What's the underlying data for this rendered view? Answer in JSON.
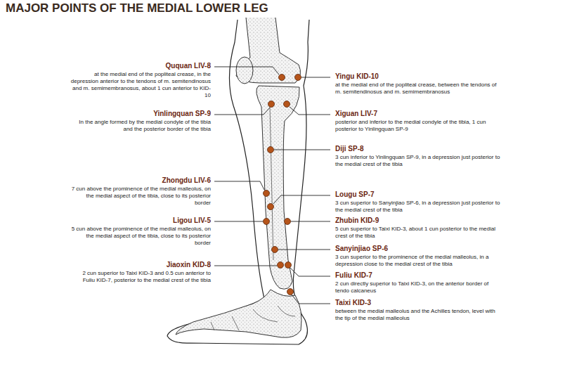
{
  "diagram": {
    "title": "MAJOR POINTS OF THE MEDIAL LOWER LEG",
    "labels": [
      "Ququan LIV-8",
      "at the medial end of the popliteal crease, in the depression anterior to the tendons of m. semitendinosus and m. semimembranosus, about 1 cun anterior to KID-10",
      "Yinlingquan SP-9",
      "In the angle formed by the medial condyle of the tibia and the posterior border of the tibia",
      "Zhongdu LIV-6",
      "7 cun above the prominence of the medial malleolus, on the medial aspect of the tibia, close to its posterior border",
      "Ligou LIV-5",
      "5 cun above the prominence of the medial malleolus, on the medial aspect of the tibia, close to its posterior border",
      "Jiaoxin KID-8",
      "2 cun superior to Taixi KID-3 and 0.5 cun anterior to Fuliu KID-7, posterior to the medial crest of the tibia",
      "Yingu KID-10",
      "at the medial end of the popliteal crease, between the tendons of m. semitendinosus and m. semimembranosus",
      "Xiguan LIV-7",
      "posterior and inferior to the medial condyle of the tibia, 1 cun posterior to Yinlingquan SP-9",
      "Diji SP-8",
      "3 cun inferior to Yinlingquan SP-9, in a depression just posterior to the medial crest of the tibia",
      "Lougu SP-7",
      "3 cun superior to Sanyinjiao SP-6, in a depression just posterior to the medial crest of the tibia",
      "Zhubin KID-9",
      "5 cun superior to Taixi KID-3, about 1 cun posterior to the medial crest of the tibia",
      "Sanyinjiao SP-6",
      "3 cun superior to the prominence of the medial malleolus, in a depression close to the medial crest of the tibia",
      "Fuliu KID-7",
      "2 cun directly superior to Taixi KID-3, on the anterior border of tendo calcaneus",
      "Taixi KID-3",
      "between the medial malleolus and the Achilles tendon, level with the tip of the medial malleolus"
    ]
  }
}
